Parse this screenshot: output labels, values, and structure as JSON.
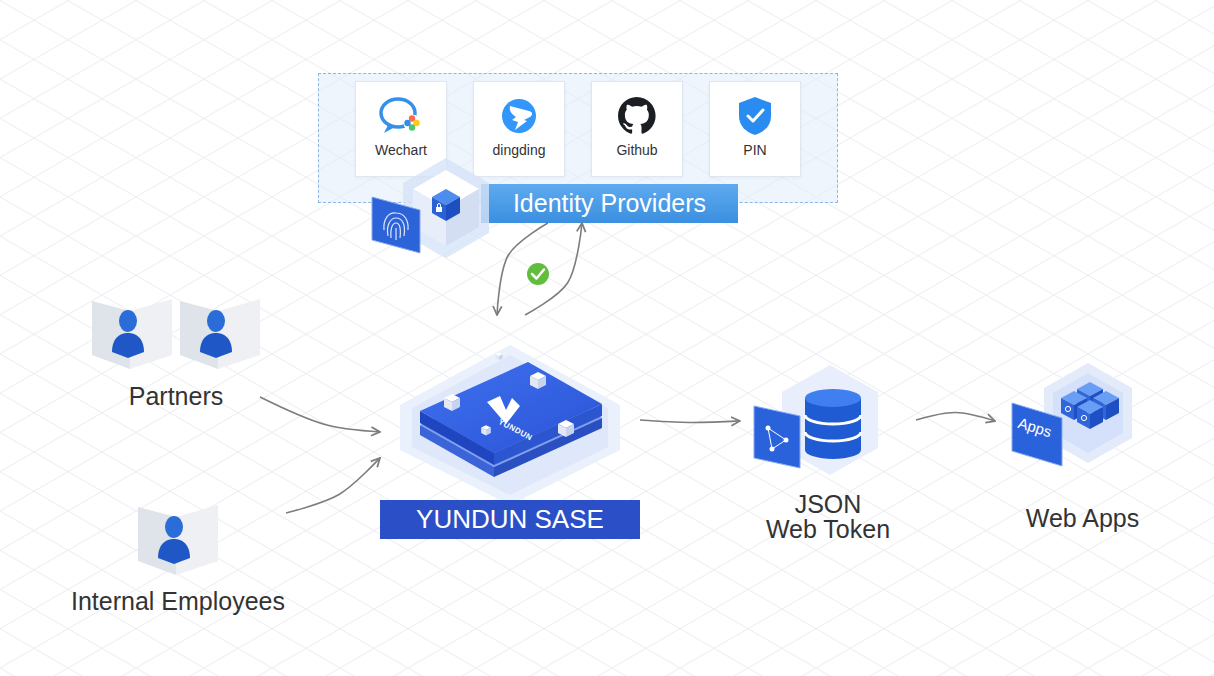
{
  "diagram": {
    "nodes": [
      {
        "text": [
          "Identity Providers"
        ]
      },
      {
        "text": [
          "Wechart"
        ],
        "in": 0
      },
      {
        "text": [
          "dingding"
        ],
        "in": 0
      },
      {
        "text": [
          "Github"
        ],
        "in": 0
      },
      {
        "text": [
          "PIN"
        ],
        "in": 0
      },
      {
        "text": [
          "Partners"
        ]
      },
      {
        "text": [
          "YUNDUN SASE"
        ]
      },
      {
        "text": [
          "Internal Employees"
        ]
      },
      {
        "text": [
          "JSON Web Token"
        ]
      },
      {
        "text": [
          "Web Apps"
        ]
      }
    ],
    "edges": [
      {
        "from": 6,
        "to": 0,
        "arrow": "to"
      },
      {
        "from": 0,
        "to": 6,
        "arrow": "to"
      },
      {
        "from": 5,
        "to": 6,
        "arrow": "to"
      },
      {
        "from": 7,
        "to": 6,
        "arrow": "to"
      },
      {
        "from": 6,
        "to": 8,
        "arrow": "to"
      },
      {
        "from": 8,
        "to": 9,
        "arrow": "to"
      }
    ],
    "labels": [
      "YUNDUN",
      "Apps"
    ]
  }
}
